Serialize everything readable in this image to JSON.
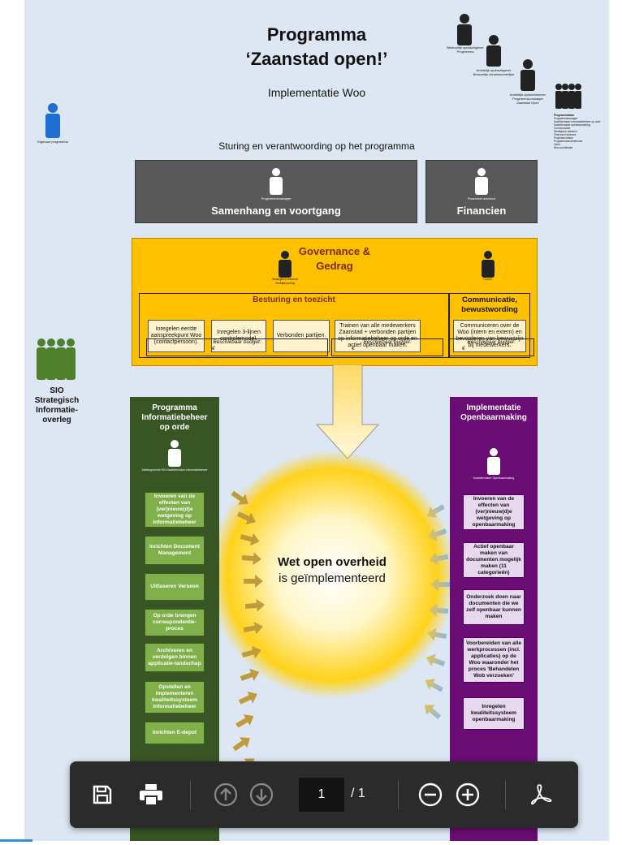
{
  "title": {
    "line1": "Programma",
    "line2": "‘Zaanstad open!’",
    "subtitle": "Implementatie Woo"
  },
  "steering_heading": "Sturing en verantwoording op het programma",
  "top_people": {
    "eigenaar": "Bestuurlijk opdrachtgever Programma",
    "ambtelijk": "Ambtelijk opdrachtgever Bestuurlijk verantwoordelijke",
    "ambtelijk2": "Ambtelijk opdrachtnemer Programma-manager Zaanstad Open",
    "team_label": "Programmateam",
    "team_lines": [
      "Programmamanager",
      "Kwartiermaker Informatiebeheer op orde",
      "Kwartiermaker openbaarmaking",
      "Communicatie",
      "Strategisch adviseur",
      "Financieel adviseur",
      "Projectsecretaris",
      "Programmaondersteuner",
      "Jurist",
      "Woo-coördinator"
    ],
    "left_person_label": "Eigenaar programma"
  },
  "samenhang": {
    "role": "Programmamanager",
    "label": "Samenhang en voortgang"
  },
  "financien": {
    "role": "Financieel adviseur",
    "label": "Financien"
  },
  "governance": {
    "title_line1": "Governance &",
    "title_line2": "Gedrag",
    "person1_role": "Strategisch adviseur Bedrijfsvoering",
    "person2_role": "Comm.",
    "besturing_title": "Besturing en toezicht",
    "cards": [
      "Inregelen eerste aanspreekpunt Woo (contactpersoon).",
      "Inregelen 3-lijnen controlemodel.",
      "Verbonden partijen.",
      "Trainen van alle medewerkers Zaanstad + verbonden partijen op informatiebeheer op orde en actief openbaar maken."
    ],
    "comm_title_line1": "Communicatie,",
    "comm_title_line2": "bewustwording",
    "comm_card": "Communiceren over de Woo (intern en extern) en bevorderen van bewustzijn bij medewerkers.",
    "budget_label": "Beschikbaar budget:",
    "budget_value": "€"
  },
  "sio": {
    "line1": "SIO",
    "line2": "Strategisch",
    "line3": "Informatie-",
    "line4": "overleg"
  },
  "green_column": {
    "title_line1": "Programma",
    "title_line2": "Informatiebeheer",
    "title_line3": "op orde",
    "role": "Afdelingshoofd SIO Kwartiermaker Informatiebeheer",
    "cards": [
      "Invoeren van de effecten van (ver)nieuw(d)e wetgeving op informatiebeheer",
      "Inrichten Document Management",
      "Uitfaseren Verseon",
      "Op orde brengen correspondentie-proces",
      "Archiveren en verdelgen binnen applicatie-landschap",
      "Opstellen en implementeren kwaliteitssysteem informatiebeheer",
      "Inrichten E-depot"
    ]
  },
  "purple_column": {
    "title_line1": "Implementatie",
    "title_line2": "Openbaarmaking",
    "role": "Kwartiermaker Openbaarmaking",
    "cards": [
      "Invoeren van de effecten van (ver)nieuw(d)e wetgeving op openbaarmaking",
      "Actief openbaar maken van documenten mogelijk maken (11 categorieën)",
      "Onderzoek doen naar documenten die we zelf openbaar kunnen maken",
      "Voorbereiden van alle werkprocessen (incl. applicaties) op de Woo waaronder het proces 'Behandelen Wob verzoeken'",
      "Inregelen kwaliteitssysteem openbaarmaking"
    ]
  },
  "sun": {
    "line1": "Wet open overheid",
    "line2": "is geïmplementeerd"
  },
  "toolbar": {
    "page_current": "1",
    "page_total": "/ 1",
    "icons": [
      "save-icon",
      "print-icon",
      "page-up-icon",
      "page-down-icon",
      "zoom-out-icon",
      "zoom-in-icon",
      "acrobat-icon"
    ]
  },
  "colors": {
    "page_bg": "#dde7f3",
    "gold": "#ffc000",
    "dark_gray": "#595959",
    "green": "#375623",
    "purple": "#6a0d74",
    "toolbar": "#2b2b2b"
  }
}
